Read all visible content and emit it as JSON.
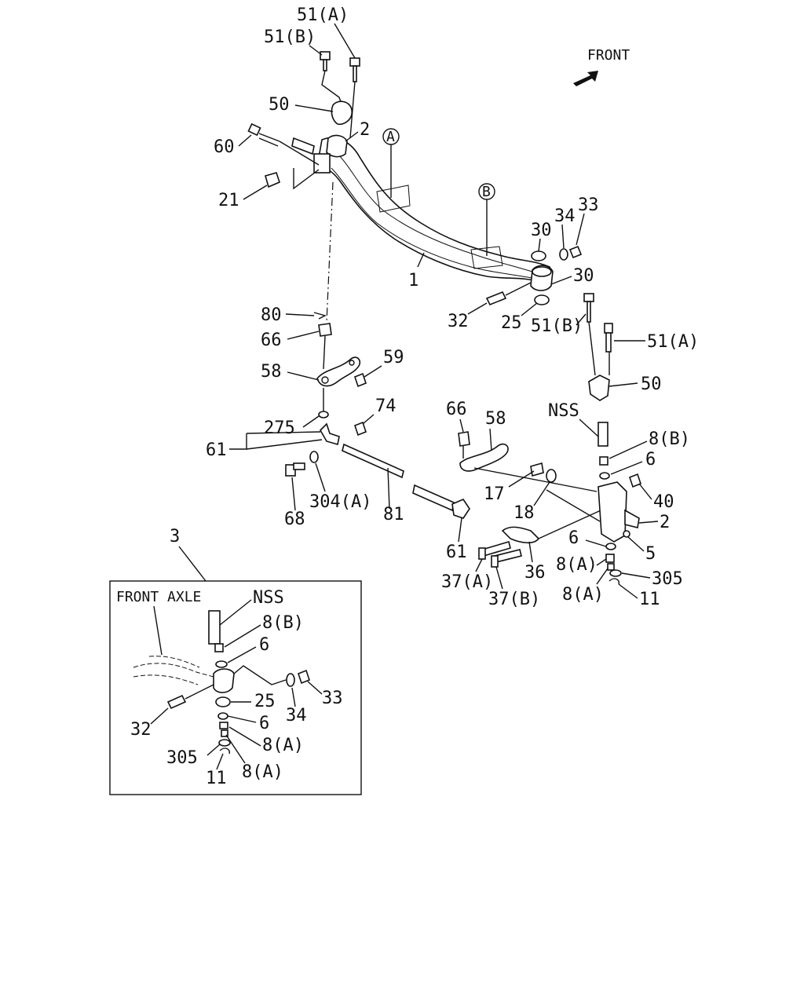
{
  "direction_label": "FRONT",
  "inset": {
    "title": "FRONT AXLE",
    "ref_number": "3"
  },
  "callouts": {
    "c51a_top": "51(A)",
    "c51b_top": "51(B)",
    "c50_top": "50",
    "c60": "60",
    "c2_top": "2",
    "c21": "21",
    "cA": "A",
    "cB": "B",
    "c1": "1",
    "c30a": "30",
    "c34": "34",
    "c33": "33",
    "c30b": "30",
    "c32": "32",
    "c25": "25",
    "c51b_r": "51(B)",
    "c51a_r": "51(A)",
    "c50_r": "50",
    "c80": "80",
    "c66_l": "66",
    "c58_l": "58",
    "c59": "59",
    "c275": "275",
    "c61_l": "61",
    "c74": "74",
    "c68": "68",
    "c304a": "304(A)",
    "c81": "81",
    "c66_m": "66",
    "c58_m": "58",
    "c17": "17",
    "c18": "18",
    "c61_m": "61",
    "c37a": "37(A)",
    "c36": "36",
    "c37b": "37(B)",
    "cNSS_r": "NSS",
    "c8b_r": "8(B)",
    "c6_r1": "6",
    "c40": "40",
    "c2_r": "2",
    "c5": "5",
    "c6_r2": "6",
    "c8a_r1": "8(A)",
    "c305_r": "305",
    "c8a_r2": "8(A)",
    "c11_r": "11",
    "i_NSS": "NSS",
    "i_8b": "8(B)",
    "i_6a": "6",
    "i_32": "32",
    "i_34": "34",
    "i_33": "33",
    "i_25": "25",
    "i_6b": "6",
    "i_8a1": "8(A)",
    "i_305": "305",
    "i_11": "11",
    "i_8a2": "8(A)"
  }
}
